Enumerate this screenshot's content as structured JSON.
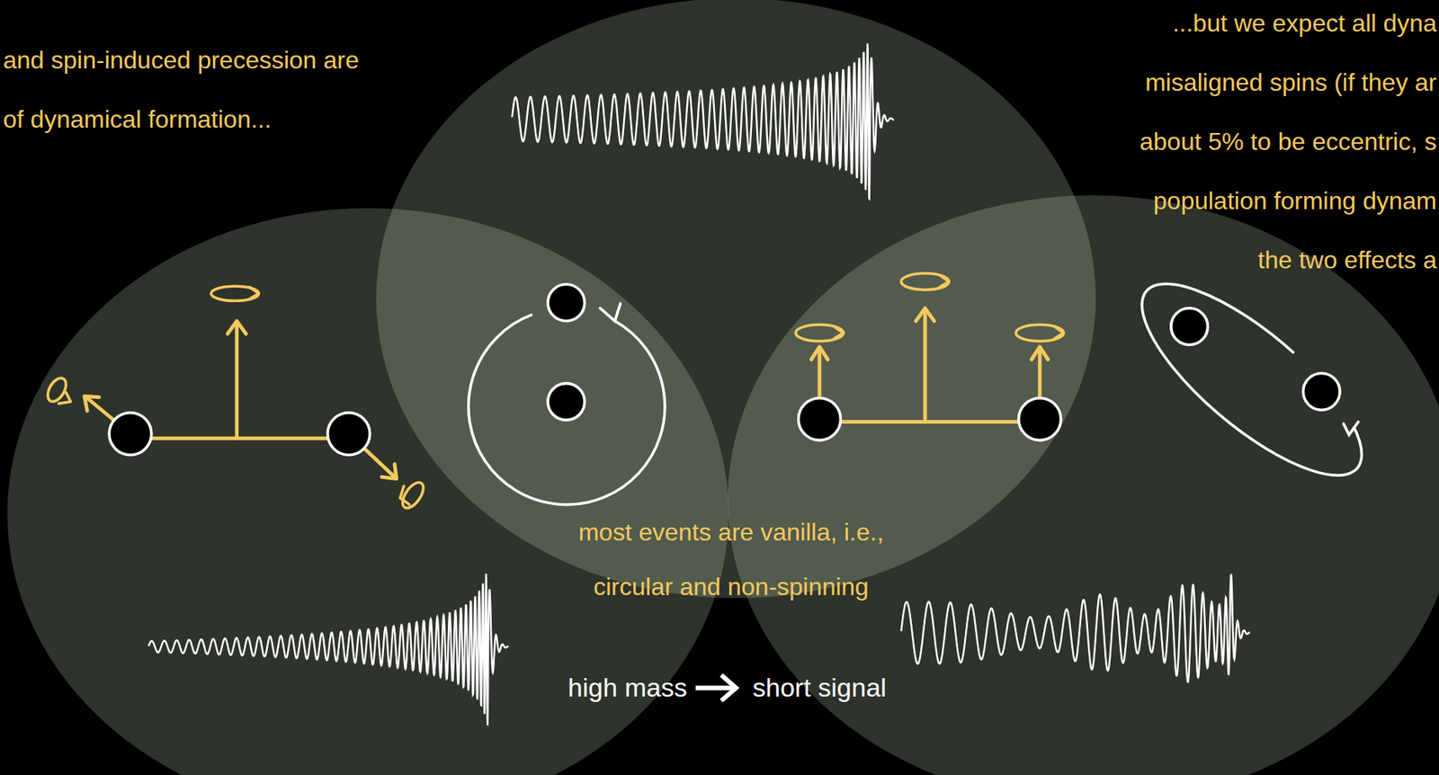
{
  "diagram": {
    "labels": [
      "and spin-induced precession are of dynamical formation...",
      "...but we expect all dyna misaligned spins (if they ar about 5% to be eccentric, s population forming dynam the two effects a",
      "most events are vanilla, i.e., circular and non-spinning",
      "high mass",
      "short signal"
    ]
  }
}
